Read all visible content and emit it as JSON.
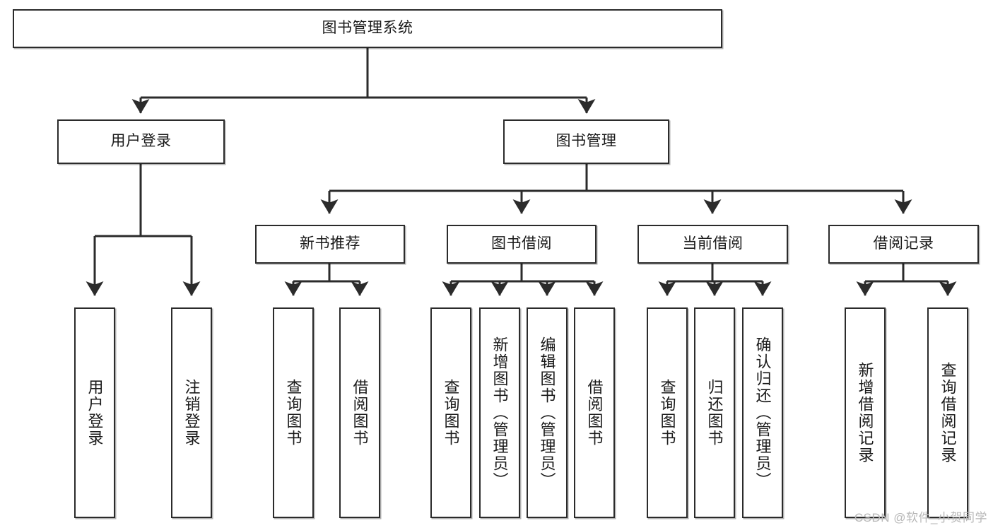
{
  "diagram": {
    "title": "图书管理系统",
    "type": "功能结构图",
    "watermark": "CSDN @软件_小贺同学",
    "stroke_color": "#2b2b2b",
    "fill_color": "#ffffff",
    "text_color": "#1a1a1a",
    "watermark_color": "#b8b8b8"
  },
  "nodes": {
    "root": {
      "label": "图书管理系统"
    },
    "level2": [
      {
        "id": "user-login",
        "label": "用户登录"
      },
      {
        "id": "book-management",
        "label": "图书管理"
      }
    ],
    "level3": [
      {
        "id": "new-book-recommend",
        "label": "新书推荐"
      },
      {
        "id": "book-borrow",
        "label": "图书借阅"
      },
      {
        "id": "current-borrow",
        "label": "当前借阅"
      },
      {
        "id": "borrow-record",
        "label": "借阅记录"
      }
    ],
    "leaves": [
      {
        "id": "leaf-user-login",
        "label": "用户登录",
        "parent": "user-login"
      },
      {
        "id": "leaf-logout-login",
        "label": "注销登录",
        "parent": "user-login"
      },
      {
        "id": "leaf-query-book-1",
        "label": "查询图书",
        "parent": "new-book-recommend"
      },
      {
        "id": "leaf-borrow-book-1",
        "label": "借阅图书",
        "parent": "new-book-recommend"
      },
      {
        "id": "leaf-query-book-2",
        "label": "查询图书",
        "parent": "book-borrow"
      },
      {
        "id": "leaf-add-book",
        "label": "新增图书（管理员）",
        "parent": "book-borrow"
      },
      {
        "id": "leaf-edit-book",
        "label": "编辑图书（管理员）",
        "parent": "book-borrow"
      },
      {
        "id": "leaf-borrow-book-2",
        "label": "借阅图书",
        "parent": "book-borrow"
      },
      {
        "id": "leaf-query-book-3",
        "label": "查询图书",
        "parent": "current-borrow"
      },
      {
        "id": "leaf-return-book",
        "label": "归还图书",
        "parent": "current-borrow"
      },
      {
        "id": "leaf-confirm-return",
        "label": "确认归还（管理员）",
        "parent": "current-borrow"
      },
      {
        "id": "leaf-add-record",
        "label": "新增借阅记录",
        "parent": "borrow-record"
      },
      {
        "id": "leaf-query-record",
        "label": "查询借阅记录",
        "parent": "borrow-record"
      }
    ]
  }
}
